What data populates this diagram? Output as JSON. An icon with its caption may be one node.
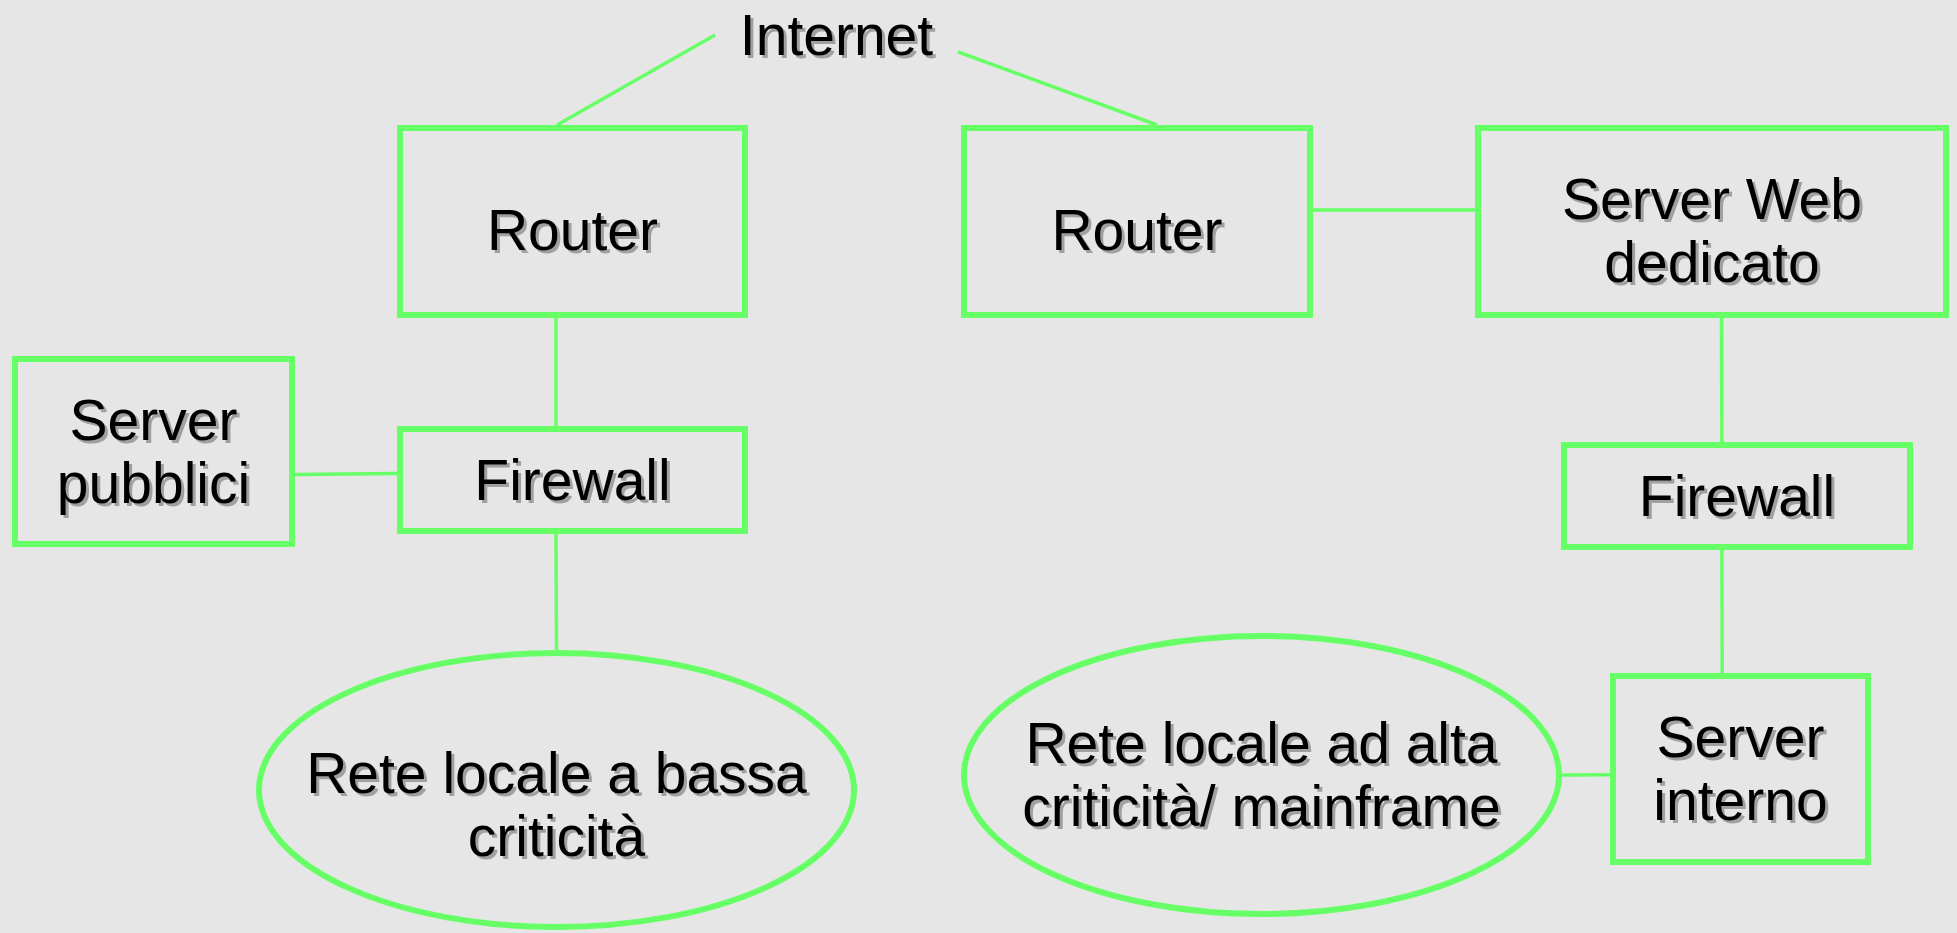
{
  "diagram": {
    "nodes": [
      {
        "text": [
          "Internet"
        ]
      },
      {
        "text": [
          "Router"
        ]
      },
      {
        "text": [
          "Router"
        ]
      },
      {
        "text": [
          "Server Web dedicato"
        ]
      },
      {
        "text": [
          "Server pubblici"
        ]
      },
      {
        "text": [
          "Firewall"
        ]
      },
      {
        "text": [
          "Rete locale a bassa criticità"
        ]
      },
      {
        "text": [
          "Firewall"
        ]
      },
      {
        "text": [
          "Rete locale ad alta criticità/ mainframe"
        ]
      },
      {
        "text": [
          "Server interno"
        ]
      }
    ],
    "edges": [
      {
        "from": 0,
        "to": 1,
        "arrow": "none"
      },
      {
        "from": 0,
        "to": 2,
        "arrow": "none"
      },
      {
        "from": 2,
        "to": 3,
        "arrow": "none"
      },
      {
        "from": 1,
        "to": 5,
        "arrow": "none"
      },
      {
        "from": 4,
        "to": 5,
        "arrow": "none"
      },
      {
        "from": 5,
        "to": 6,
        "arrow": "none"
      },
      {
        "from": 3,
        "to": 7,
        "arrow": "none"
      },
      {
        "from": 7,
        "to": 9,
        "arrow": "none"
      },
      {
        "from": 9,
        "to": 8,
        "arrow": "none"
      }
    ]
  }
}
